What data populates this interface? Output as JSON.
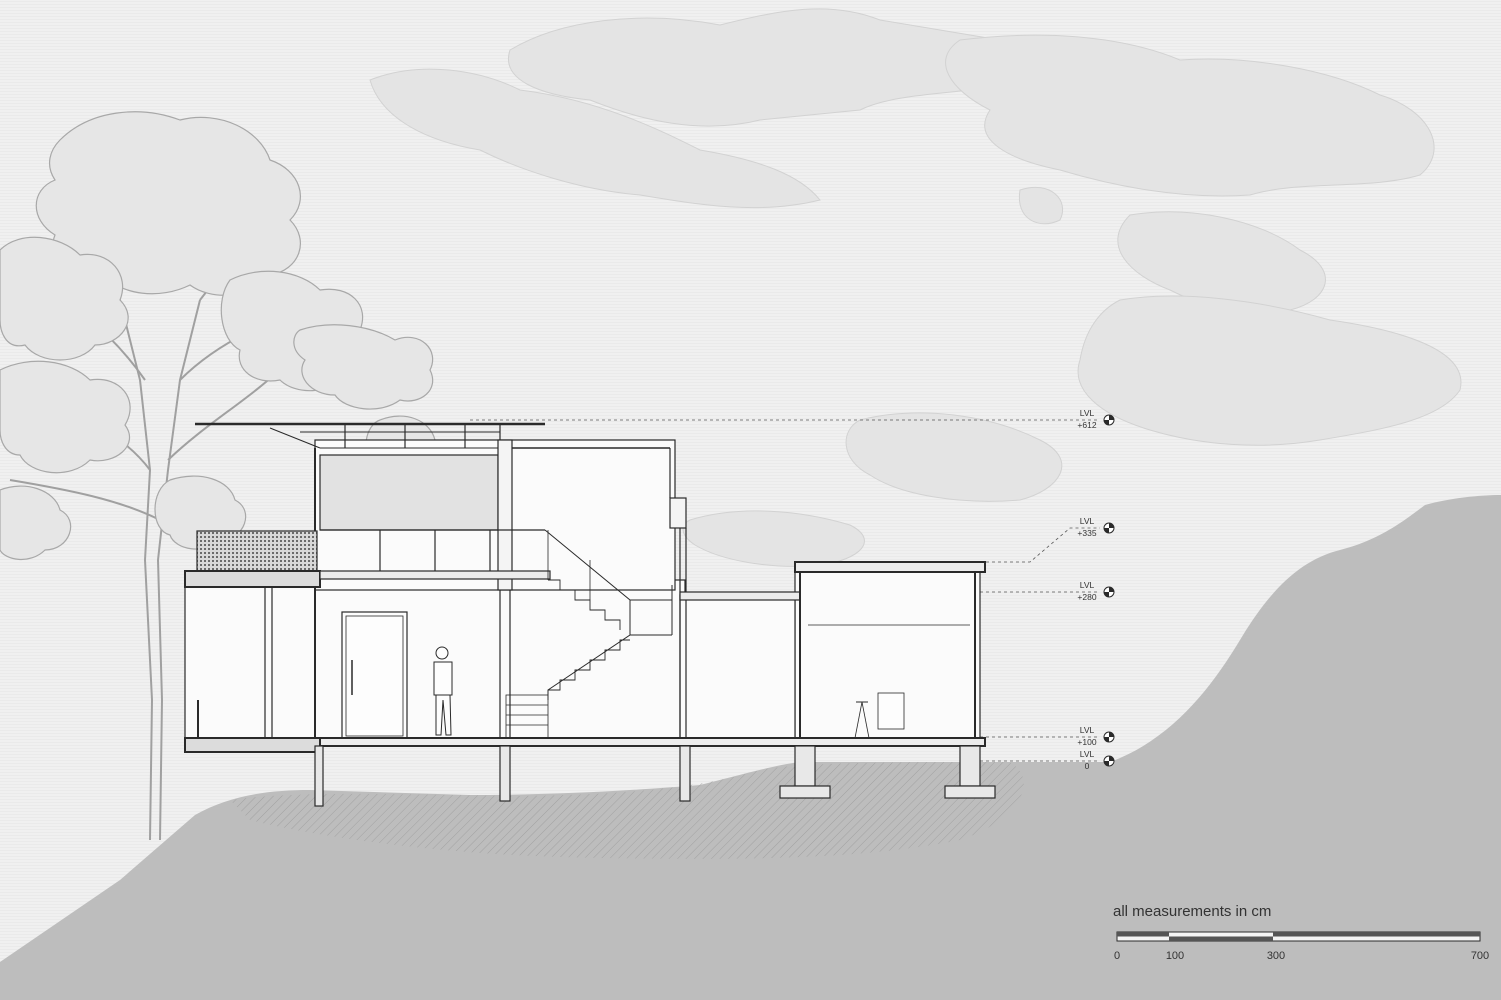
{
  "levels": [
    {
      "tag": "LVL",
      "value": "+612"
    },
    {
      "tag": "LVL",
      "value": "+335"
    },
    {
      "tag": "LVL",
      "value": "+280"
    },
    {
      "tag": "LVL",
      "value": "+100"
    },
    {
      "tag": "LVL",
      "value": "0"
    }
  ],
  "scale_bar": {
    "note": "all measurements in cm",
    "ticks": [
      "0",
      "100",
      "300",
      "700"
    ]
  },
  "colors": {
    "sky": "#f0f0f0",
    "cloud": "#e3e3e3",
    "ground": "#bdbdbd",
    "line": "#2a2a2a",
    "tree": "#a5a5a5"
  }
}
